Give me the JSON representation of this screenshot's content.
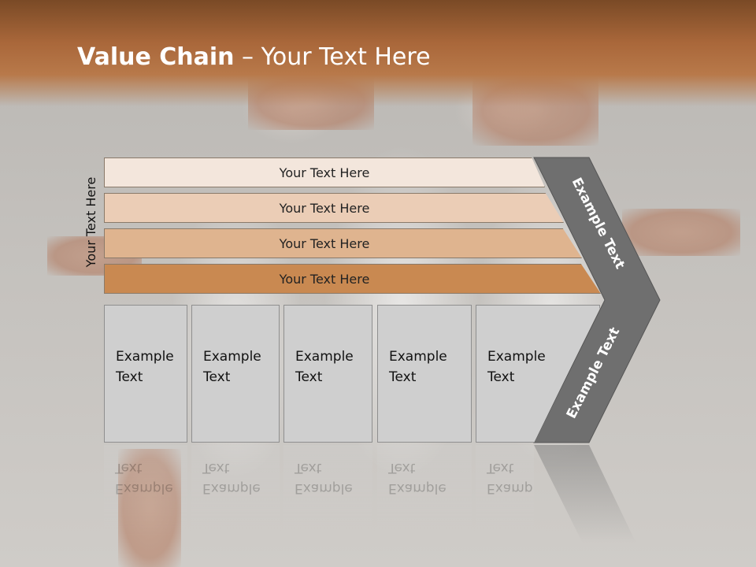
{
  "slide": {
    "title_bold": "Value Chain",
    "title_rest": " – Your Text Here",
    "side_label": "Your Text Here",
    "bars": [
      {
        "label": "Your Text Here",
        "color": "#f3e6dc"
      },
      {
        "label": "Your Text Here",
        "color": "#ebcdb6"
      },
      {
        "label": "Your Text Here",
        "color": "#dfb48f"
      },
      {
        "label": "Your Text Here",
        "color": "#c98951"
      }
    ],
    "boxes": [
      {
        "line1": "Example",
        "line2": "Text"
      },
      {
        "line1": "Example",
        "line2": "Text"
      },
      {
        "line1": "Example",
        "line2": "Text"
      },
      {
        "line1": "Example",
        "line2": "Text"
      },
      {
        "line1": "Example",
        "line2": "Text"
      }
    ],
    "chevron_top_label": "Example Text",
    "chevron_bottom_label": "Example Text",
    "colors": {
      "header": "#a9673a",
      "chevron": "#6f6f6f",
      "box": "#cfcfcf"
    }
  }
}
